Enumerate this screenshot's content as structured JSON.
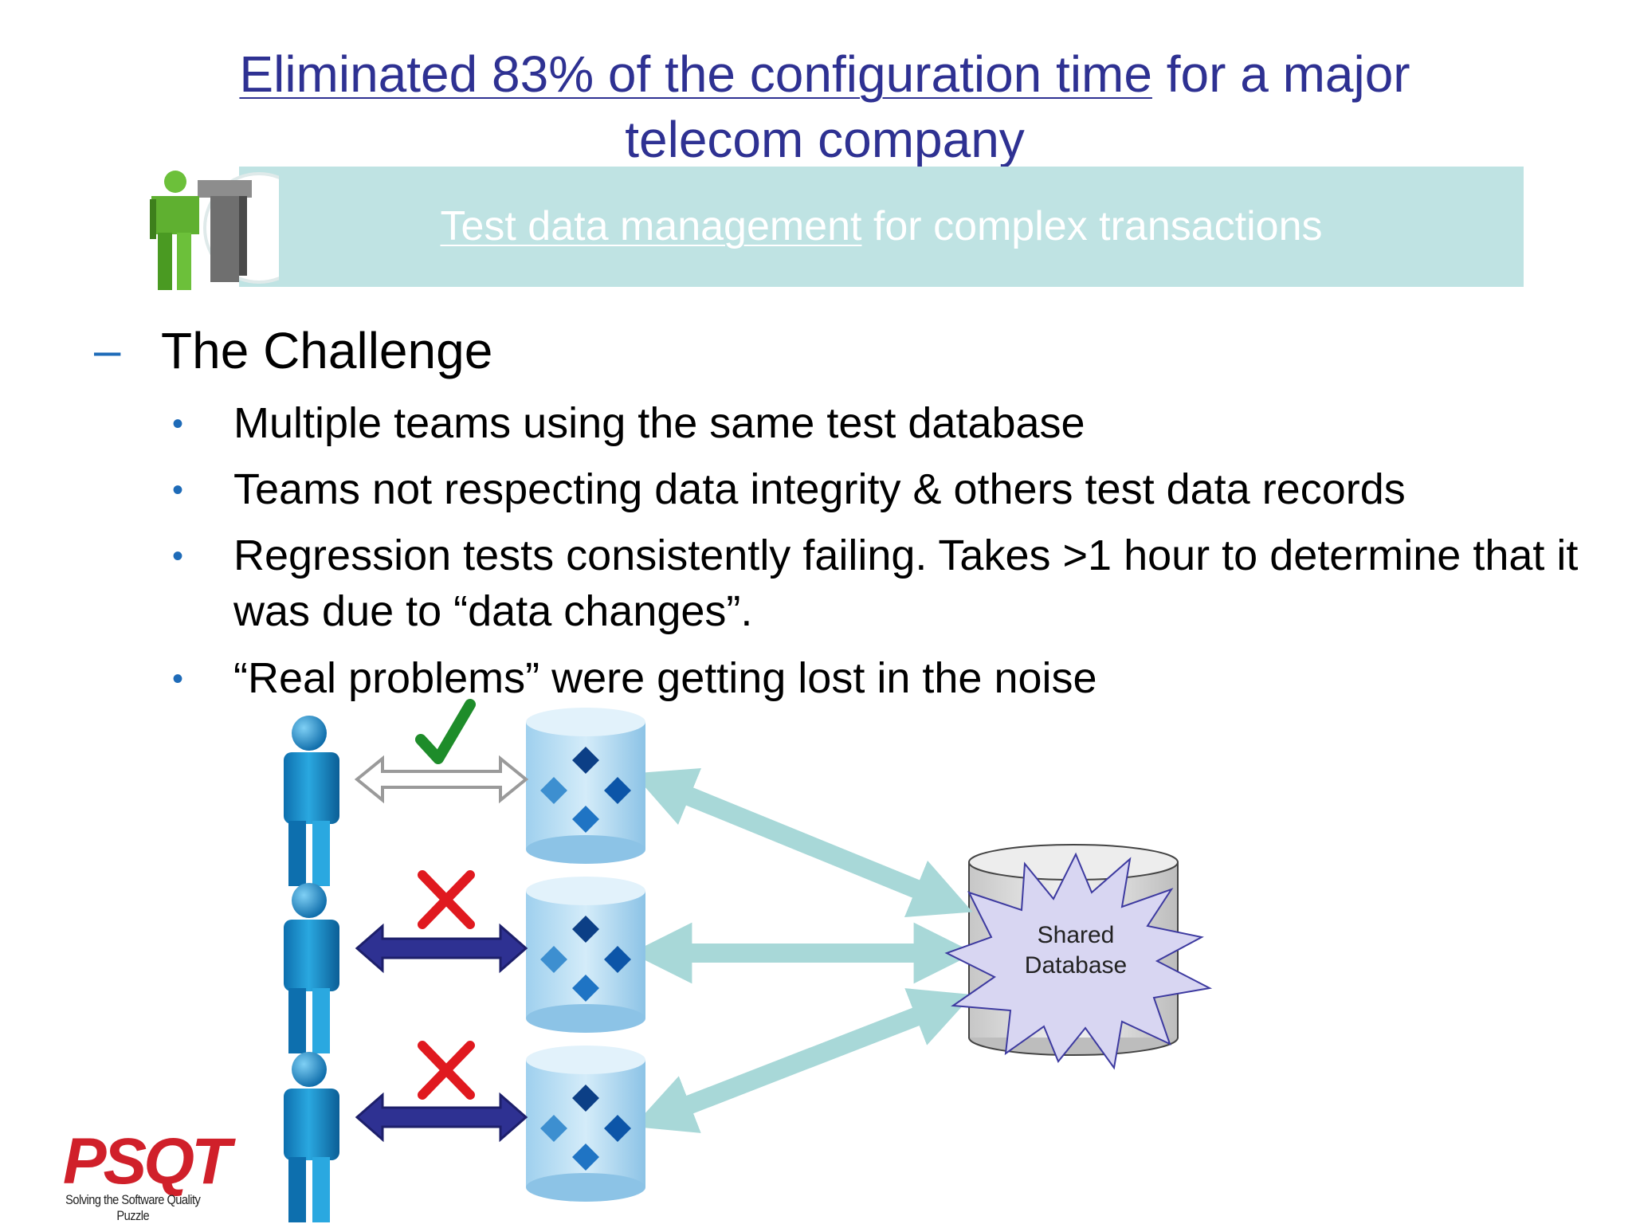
{
  "title": {
    "link_text": "Eliminated 83% of the configuration time",
    "rest_text": " for a major telecom company"
  },
  "banner": {
    "link_text": "Test data management",
    "rest_text": " for complex transactions"
  },
  "section": {
    "dash": "–",
    "heading": "The Challenge"
  },
  "bullets": [
    {
      "dot": "•",
      "text": "Multiple teams using the same test database"
    },
    {
      "dot": "•",
      "text": "Teams not respecting data integrity & others test data records"
    },
    {
      "dot": "•",
      "text": "Regression tests consistently failing. Takes >1 hour to determine that it was due to “data changes”."
    },
    {
      "dot": "•",
      "text": "“Real problems” were getting lost in the noise"
    }
  ],
  "diagram": {
    "shared_db_label": "Shared Database",
    "connections": [
      {
        "status": "ok",
        "icon": "check-mark-icon"
      },
      {
        "status": "fail",
        "icon": "red-x-icon"
      },
      {
        "status": "fail",
        "icon": "red-x-icon"
      }
    ]
  },
  "footer": {
    "logo_word": "PSQT",
    "tagline": "Solving the Software Quality Puzzle"
  },
  "colors": {
    "title_blue": "#2e3192",
    "banner_bg": "#bfe3e3",
    "bullet_blue": "#1e6bb8",
    "person_blue": "#1ea0d8",
    "arrow_navy": "#2e3192",
    "check_green": "#1e8c2a",
    "x_red": "#e0191f",
    "logo_red": "#d0202a"
  }
}
